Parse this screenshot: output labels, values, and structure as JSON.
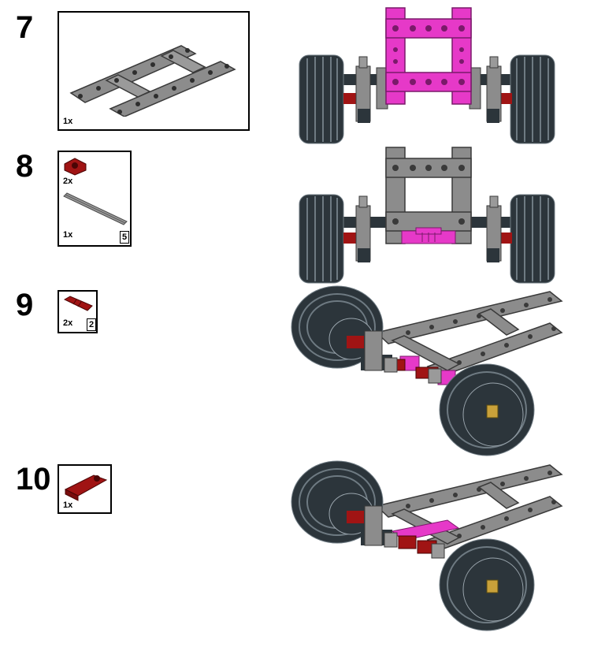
{
  "steps": [
    {
      "number": "7",
      "parts": [
        {
          "name": "gray-liftarm-frame",
          "qty": "1x",
          "length": ""
        }
      ]
    },
    {
      "number": "8",
      "parts": [
        {
          "name": "red-connector",
          "qty": "2x",
          "length": ""
        },
        {
          "name": "gray-axle",
          "qty": "1x",
          "length": "5"
        }
      ]
    },
    {
      "number": "9",
      "parts": [
        {
          "name": "red-axle-pin",
          "qty": "2x",
          "length": "2"
        }
      ]
    },
    {
      "number": "10",
      "parts": [
        {
          "name": "red-connector",
          "qty": "1x",
          "length": ""
        }
      ]
    }
  ],
  "colors": {
    "highlight": "#e639c8",
    "gray": "#8c8c8c",
    "dark_gray": "#5a5a5a",
    "red": "#a01414",
    "tire": "#2c353b"
  }
}
